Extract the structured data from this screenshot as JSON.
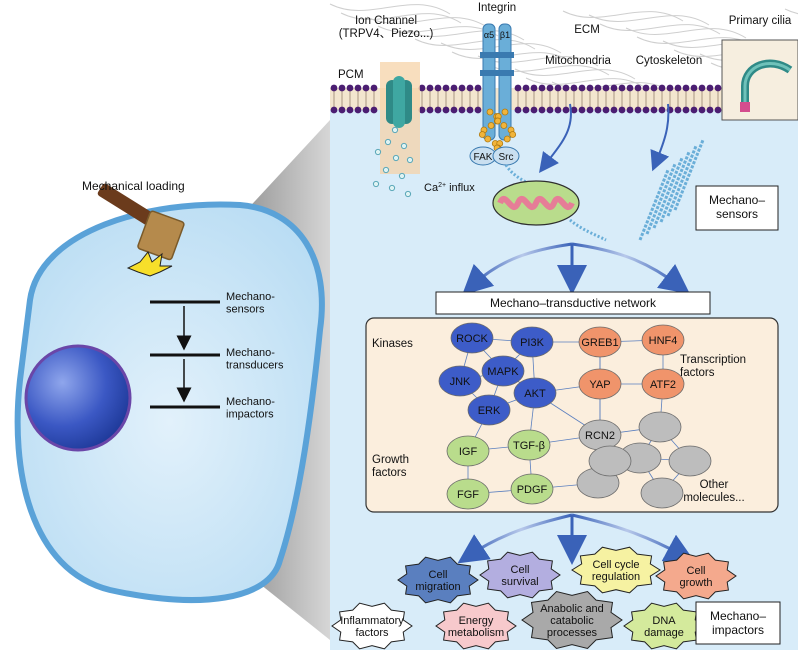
{
  "cell": {
    "loading_label": "Mechanical loading",
    "levels": [
      "Mechano-\nsensors",
      "Mechano-\ntransducers",
      "Mechano-\nimpactors"
    ]
  },
  "top": {
    "ion_channel": "Ion Channel\n(TRPV4、Piezo...)",
    "integrin": "Integrin",
    "alpha5": "α5",
    "beta1": "β1",
    "ecm": "ECM",
    "primary_cilia": "Primary cilia",
    "pcm": "PCM",
    "mitochondria": "Mitochondria",
    "cytoskeleton": "Cytoskeleton",
    "fak": "FAK",
    "src": "Src",
    "ca_influx": "Ca",
    "ca_sup": "2+",
    "ca_rest": " influx"
  },
  "boxes": {
    "mechanosensors": "Mechano–\nsensors",
    "network": "Mechano–transductive network",
    "mechanoimpactors": "Mechano–\nimpactors"
  },
  "network": {
    "group_labels": {
      "kinases": "Kinases",
      "transcription": "Transcription\nfactors",
      "growth": "Growth\nfactors",
      "other": "Other\nmolecules..."
    },
    "kinases": [
      "ROCK",
      "PI3K",
      "MAPK",
      "JNK",
      "AKT",
      "ERK"
    ],
    "transcription": [
      "GREB1",
      "HNF4",
      "YAP",
      "ATF2"
    ],
    "growth": [
      "IGF",
      "TGF-β",
      "FGF",
      "PDGF"
    ],
    "other": [
      "RCN2"
    ]
  },
  "outcomes": [
    {
      "label": "Cell\nmigration",
      "color": "#5a7fbf"
    },
    {
      "label": "Cell\nsurvival",
      "color": "#b3aee0"
    },
    {
      "label": "Cell cycle\nregulation",
      "color": "#f6f2a2"
    },
    {
      "label": "Cell\ngrowth",
      "color": "#f4a98d"
    },
    {
      "label": "Inflammatory\nfactors",
      "color": "#ffffff"
    },
    {
      "label": "Energy\nmetabolism",
      "color": "#f7c9cc"
    },
    {
      "label": "Anabolic and\ncatabolic\nprocesses",
      "color": "#a9a9a9"
    },
    {
      "label": "DNA\ndamage",
      "color": "#d4ea9c"
    }
  ],
  "colors": {
    "cytoplasm": "#cfe6f7",
    "panel_bg": "#d8ecf9",
    "nucleus": "#3d5cc8",
    "membrane_head": "#4b1e72",
    "kinase": "#3d5cc8",
    "transcription": "#f0946b",
    "growth": "#b9dc8c",
    "other": "#bdbdbd",
    "network_bg": "#fbeedd"
  }
}
